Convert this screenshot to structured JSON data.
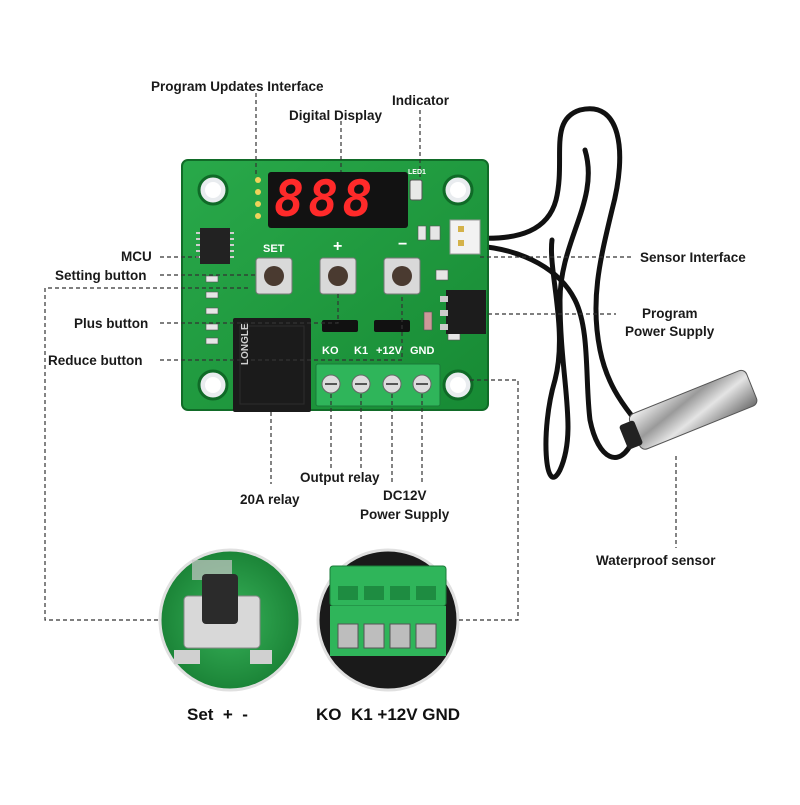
{
  "labels": {
    "program_updates": "Program Updates Interface",
    "digital_display": "Digital Display",
    "indicator": "Indicator",
    "mcu": "MCU",
    "setting_button": "Setting button",
    "plus_button": "Plus button",
    "reduce_button": "Reduce button",
    "sensor_interface": "Sensor Interface",
    "program_power_1": "Program",
    "program_power_2": "Power Supply",
    "output_relay": "Output relay",
    "relay_20a": "20A relay",
    "dc12v_1": "DC12V",
    "dc12v_2": "Power Supply",
    "waterproof_sensor": "Waterproof sensor"
  },
  "board": {
    "set_label": "SET",
    "plus_label": "+",
    "minus_label": "−",
    "terminals": [
      "KO",
      "K1",
      "+12V",
      "GND"
    ],
    "display_digits": "888",
    "led_label": "LED1",
    "relay_brand": "LONGLE"
  },
  "captions": {
    "left": "Set  +  -",
    "right": "KO  K1 +12V GND"
  },
  "colors": {
    "pcb_green": "#1f9a3e",
    "display_red": "#ff2a2a",
    "terminal_green": "#2fb55a",
    "relay_black": "#1b1b1b"
  }
}
